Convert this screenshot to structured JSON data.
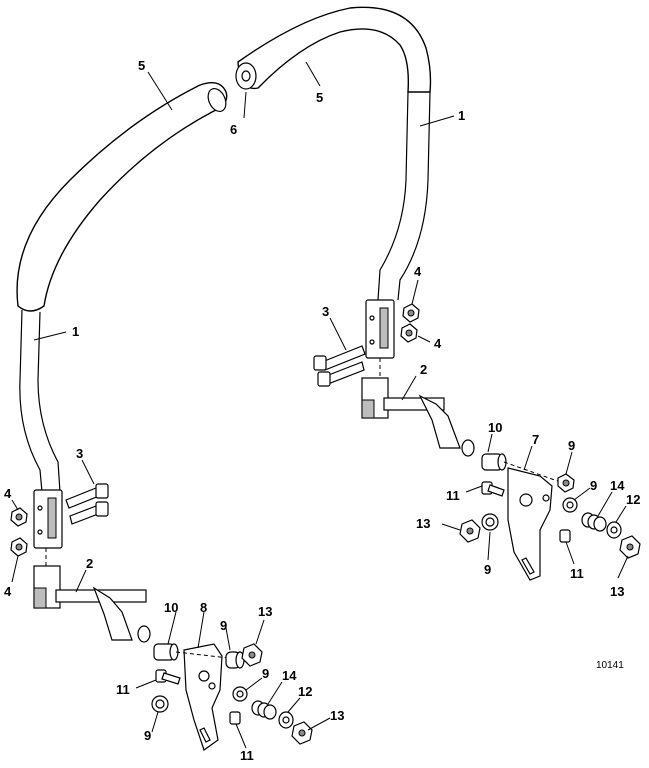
{
  "callouts": {
    "c1a": "1",
    "c1b": "1",
    "c2a": "2",
    "c2b": "2",
    "c3a": "3",
    "c3b": "3",
    "c4a": "4",
    "c4b": "4",
    "c4c": "4",
    "c4d": "4",
    "c5a": "5",
    "c5b": "5",
    "c6": "6",
    "c7": "7",
    "c8": "8",
    "c9a": "9",
    "c9b": "9",
    "c9c": "9",
    "c9d": "9",
    "c9e": "9",
    "c9f": "9",
    "c10a": "10",
    "c10b": "10",
    "c11a": "11",
    "c11b": "11",
    "c11c": "11",
    "c11d": "11",
    "c12a": "12",
    "c12b": "12",
    "c13a": "13",
    "c13b": "13",
    "c13c": "13",
    "c13d": "13",
    "c14a": "14",
    "c14b": "14"
  },
  "figure_number": "10141"
}
